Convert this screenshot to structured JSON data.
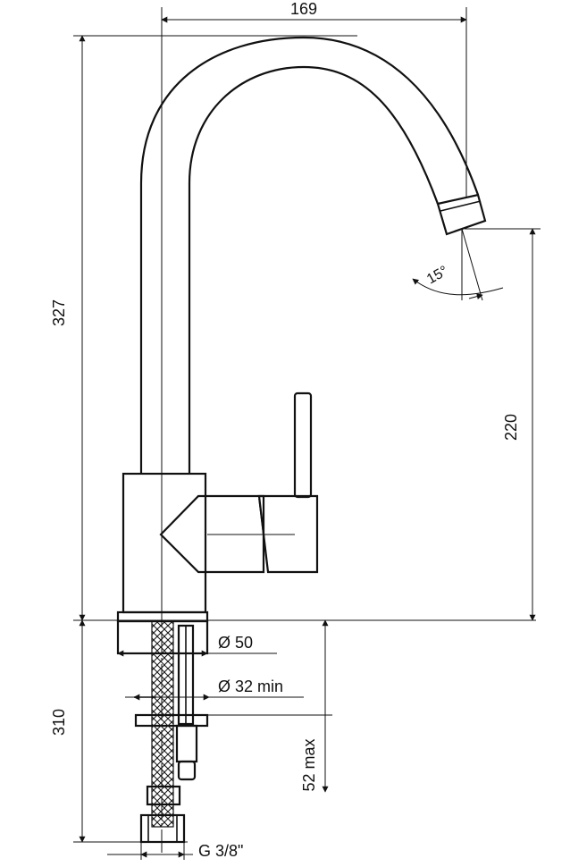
{
  "dimensions": {
    "width_top": "169",
    "total_height": "327",
    "spout_height": "220",
    "angle": "15°",
    "base_diameter": "Ø 50",
    "hole_diameter": "Ø 32  min",
    "below_height": "310",
    "max_thickness": "52  max",
    "thread": "G 3/8\""
  },
  "colors": {
    "line": "#111111",
    "background": "#ffffff"
  }
}
